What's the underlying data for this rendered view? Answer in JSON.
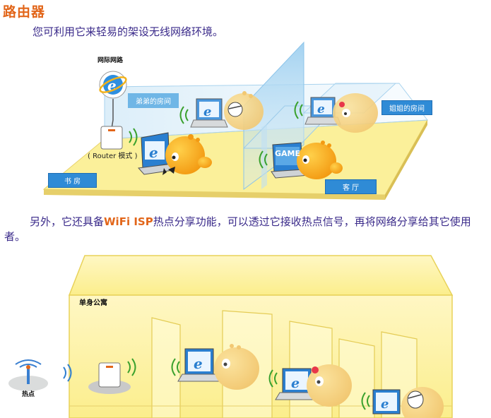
{
  "header": {
    "title": "路由器",
    "intro": "您可利用它来轻易的架设无线网络环境。"
  },
  "diagram1": {
    "internet_label": "网际网路",
    "router_label": "( Router 模式 )",
    "rooms": {
      "study": "书 房",
      "sibling": "弟弟的房间",
      "sister": "姐姐的房间",
      "living": "客 厅"
    },
    "game_label": "GAME"
  },
  "paragraph2": {
    "before": "另外，它还具备",
    "highlight": "WiFi ISP",
    "after": "热点分享功能，可以透过它接收热点信号，再将网络分享给其它使用者。"
  },
  "diagram2": {
    "building_label": "单身公寓",
    "hotspot_label": "热点"
  },
  "colors": {
    "title": "#e2661a",
    "text": "#3a2a8a",
    "floor": "#fbf09a",
    "glass": "#c9e4f5",
    "label_bg": "#2f8bd6",
    "house": "#fcf4a6",
    "signal": "#3aa12d"
  }
}
